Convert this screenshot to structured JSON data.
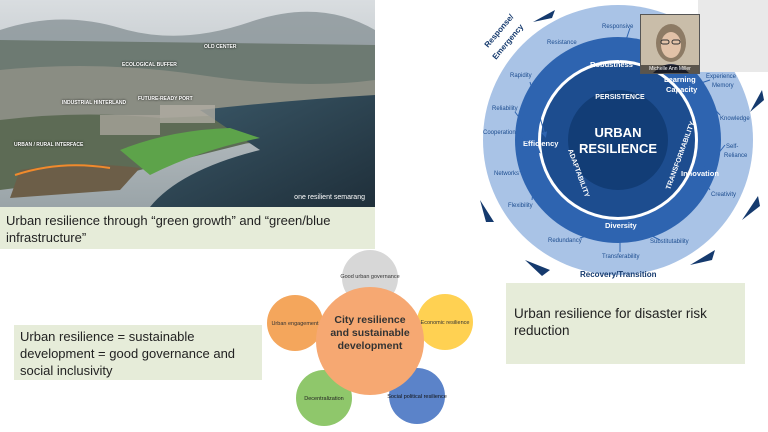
{
  "photo": {
    "labels": {
      "northern_hills": "ECOLOGICAL BUFFER",
      "industrial": "INDUSTRIAL HINTERLAND",
      "future_ready": "FUTURE-READY PORT",
      "urban_rural": "URBAN / RURAL INTERFACE",
      "old_center": "OLD CENTER"
    },
    "watermark": "one resilient semarang"
  },
  "captions": {
    "green_growth": "Urban resilience through “green growth” and “green/blue infrastructure”",
    "sustainable": "Urban resilience = sustainable development = good governance and social inclusivity",
    "disaster": "Urban resilience for disaster risk reduction"
  },
  "venn": {
    "center": "City resilience and sustainable development",
    "petals": {
      "governance": "Good urban governance",
      "economic": "Economic resilience",
      "social": "Social political resilience",
      "decentralization": "Decentralization",
      "engagement": "Urban engagement"
    },
    "colors": {
      "center": "#f6a872",
      "governance": "#d7d7d7",
      "economic": "#ffd152",
      "social": "#5b83c9",
      "decentralization": "#8fc76b",
      "engagement": "#f4a65c"
    }
  },
  "diagram": {
    "center_title_1": "URBAN",
    "center_title_2": "RESILIENCE",
    "inner_labels": {
      "persistence": "PERSISTENCE",
      "adaptability": "ADAPTABILITY",
      "transformability": "TRANSFORMABILITY"
    },
    "middle_labels": {
      "robustness": "Robustness",
      "learning": "Learning",
      "capacity": "Capacity",
      "efficiency": "Efficiency",
      "innovation": "Innovation",
      "diversity": "Diversity"
    },
    "outer_labels": {
      "responsive": "Responsive",
      "resistance": "Resistance",
      "rapidity": "Rapidity",
      "reliability": "Reliability",
      "cooperation": "Cooperation",
      "networks": "Networks",
      "flexibility": "Flexibility",
      "redundancy": "Redundancy",
      "transferability": "Transferability",
      "substitutability": "Substitutability",
      "creativity": "Creativity",
      "self_reliance_1": "Self-",
      "self_reliance_2": "Reliance",
      "knowledge": "Knowledge",
      "experience": "Experience",
      "memory": "Memory"
    },
    "phase_labels": {
      "response_1": "Response/",
      "response_2": "Emergency",
      "recovery": "Recovery/Transition"
    },
    "colors": {
      "outer": "#a9c3e6",
      "middle": "#2e64b0",
      "inner": "#123d76",
      "arrow": "#153a6e"
    }
  },
  "webcam": {
    "participant_name": "Michelle Ann Miller"
  }
}
